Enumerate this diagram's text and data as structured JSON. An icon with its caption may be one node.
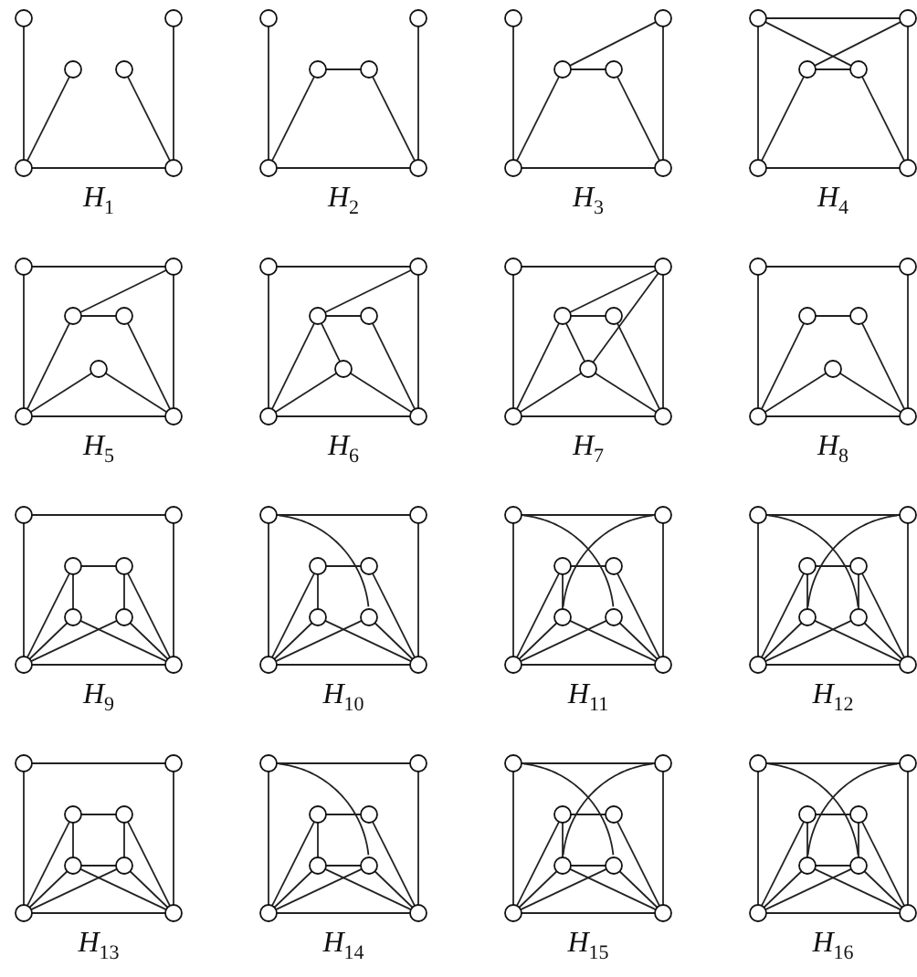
{
  "diagram": {
    "nodes": [
      {
        "text": [],
        "shape": "circle"
      },
      {
        "text": [],
        "shape": "circle"
      },
      {
        "text": [],
        "shape": "circle"
      },
      {
        "text": [],
        "shape": "circle"
      },
      {
        "text": [],
        "shape": "circle"
      },
      {
        "text": [],
        "shape": "circle"
      },
      {
        "text": [],
        "shape": "circle"
      },
      {
        "text": [],
        "shape": "circle"
      },
      {
        "text": [],
        "shape": "circle"
      },
      {
        "text": [],
        "shape": "circle"
      },
      {
        "text": [],
        "shape": "circle"
      },
      {
        "text": [],
        "shape": "circle"
      },
      {
        "text": [],
        "shape": "circle"
      },
      {
        "text": [],
        "shape": "circle"
      },
      {
        "text": [],
        "shape": "circle"
      },
      {
        "text": [],
        "shape": "circle"
      },
      {
        "text": [],
        "shape": "circle"
      },
      {
        "text": [],
        "shape": "circle"
      },
      {
        "text": [],
        "shape": "circle"
      },
      {
        "text": [],
        "shape": "circle"
      },
      {
        "text": [],
        "shape": "circle"
      },
      {
        "text": [],
        "shape": "circle"
      },
      {
        "text": [],
        "shape": "circle"
      },
      {
        "text": [],
        "shape": "circle"
      },
      {
        "text": [],
        "shape": "circle"
      },
      {
        "text": [],
        "shape": "circle"
      },
      {
        "text": [],
        "shape": "circle"
      },
      {
        "text": [],
        "shape": "circle"
      },
      {
        "text": [],
        "shape": "circle"
      },
      {
        "text": [],
        "shape": "circle"
      },
      {
        "text": [],
        "shape": "circle"
      },
      {
        "text": [],
        "shape": "circle"
      },
      {
        "text": [],
        "shape": "circle"
      },
      {
        "text": [],
        "shape": "circle"
      },
      {
        "text": [],
        "shape": "circle"
      },
      {
        "text": [],
        "shape": "circle"
      },
      {
        "text": [],
        "shape": "circle"
      },
      {
        "text": [],
        "shape": "circle"
      },
      {
        "text": [],
        "shape": "circle"
      },
      {
        "text": [],
        "shape": "circle"
      },
      {
        "text": [],
        "shape": "circle"
      },
      {
        "text": [],
        "shape": "circle"
      },
      {
        "text": [],
        "shape": "circle"
      },
      {
        "text": [],
        "shape": "circle"
      },
      {
        "text": [],
        "shape": "circle"
      },
      {
        "text": [],
        "shape": "circle"
      },
      {
        "text": [],
        "shape": "circle"
      },
      {
        "text": [],
        "shape": "circle"
      },
      {
        "text": [],
        "shape": "circle"
      },
      {
        "text": [],
        "shape": "circle"
      },
      {
        "text": [],
        "shape": "circle"
      },
      {
        "text": [],
        "shape": "circle"
      },
      {
        "text": [],
        "shape": "circle"
      },
      {
        "text": [],
        "shape": "circle"
      },
      {
        "text": [],
        "shape": "circle"
      },
      {
        "text": [],
        "shape": "circle"
      },
      {
        "text": [],
        "shape": "circle"
      },
      {
        "text": [],
        "shape": "circle"
      },
      {
        "text": [],
        "shape": "circle"
      },
      {
        "text": [],
        "shape": "circle"
      },
      {
        "text": [],
        "shape": "circle"
      },
      {
        "text": [],
        "shape": "circle"
      },
      {
        "text": [],
        "shape": "circle"
      },
      {
        "text": [],
        "shape": "circle"
      },
      {
        "text": [],
        "shape": "circle"
      },
      {
        "text": [],
        "shape": "circle"
      },
      {
        "text": [],
        "shape": "circle"
      },
      {
        "text": [],
        "shape": "circle"
      },
      {
        "text": [],
        "shape": "circle"
      },
      {
        "text": [],
        "shape": "circle"
      },
      {
        "text": [],
        "shape": "circle"
      },
      {
        "text": [],
        "shape": "circle"
      },
      {
        "text": [],
        "shape": "circle"
      },
      {
        "text": [],
        "shape": "circle"
      },
      {
        "text": [],
        "shape": "circle"
      },
      {
        "text": [],
        "shape": "circle"
      },
      {
        "text": [],
        "shape": "circle"
      },
      {
        "text": [],
        "shape": "circle"
      },
      {
        "text": [],
        "shape": "circle"
      },
      {
        "text": [],
        "shape": "circle"
      },
      {
        "text": [],
        "shape": "circle"
      },
      {
        "text": [],
        "shape": "circle"
      },
      {
        "text": [],
        "shape": "circle"
      },
      {
        "text": [],
        "shape": "circle"
      },
      {
        "text": [],
        "shape": "circle"
      },
      {
        "text": [],
        "shape": "circle"
      },
      {
        "text": [],
        "shape": "circle"
      },
      {
        "text": [],
        "shape": "circle"
      },
      {
        "text": [],
        "shape": "circle"
      },
      {
        "text": [],
        "shape": "circle"
      },
      {
        "text": [],
        "shape": "circle"
      },
      {
        "text": [],
        "shape": "circle"
      },
      {
        "text": [],
        "shape": "circle"
      },
      {
        "text": [],
        "shape": "circle"
      },
      {
        "text": [],
        "shape": "circle"
      },
      {
        "text": [],
        "shape": "circle"
      },
      {
        "text": [],
        "shape": "circle"
      },
      {
        "text": [],
        "shape": "circle"
      },
      {
        "text": [],
        "shape": "circle"
      },
      {
        "text": [],
        "shape": "circle"
      },
      {
        "text": [],
        "shape": "circle"
      },
      {
        "text": [],
        "shape": "circle"
      },
      {
        "text": [],
        "shape": "circle"
      },
      {
        "text": [],
        "shape": "circle"
      },
      {
        "text": [],
        "shape": "circle"
      },
      {
        "text": [],
        "shape": "circle"
      },
      {
        "text": [],
        "shape": "circle"
      },
      {
        "text": [],
        "shape": "circle"
      },
      {
        "text": [],
        "shape": "circle"
      },
      {
        "text": [],
        "shape": "circle"
      },
      {
        "text": [],
        "shape": "circle"
      },
      {
        "text": [],
        "shape": "circle"
      },
      {
        "text": [],
        "shape": "circle"
      },
      {
        "text": [],
        "shape": "circle"
      },
      {
        "text": [],
        "shape": "circle"
      },
      {
        "text": [],
        "shape": "circle"
      }
    ],
    "edges": [
      {
        "from": 0,
        "to": 4,
        "arrow": "none"
      },
      {
        "from": 1,
        "to": 5,
        "arrow": "none"
      },
      {
        "from": 4,
        "to": 5,
        "arrow": "none"
      },
      {
        "from": 2,
        "to": 4,
        "arrow": "none"
      },
      {
        "from": 3,
        "to": 5,
        "arrow": "none"
      },
      {
        "from": 6,
        "to": 10,
        "arrow": "none"
      },
      {
        "from": 7,
        "to": 11,
        "arrow": "none"
      },
      {
        "from": 10,
        "to": 11,
        "arrow": "none"
      },
      {
        "from": 8,
        "to": 10,
        "arrow": "none"
      },
      {
        "from": 9,
        "to": 11,
        "arrow": "none"
      },
      {
        "from": 8,
        "to": 9,
        "arrow": "none"
      },
      {
        "from": 12,
        "to": 16,
        "arrow": "none"
      },
      {
        "from": 13,
        "to": 17,
        "arrow": "none"
      },
      {
        "from": 16,
        "to": 17,
        "arrow": "none"
      },
      {
        "from": 14,
        "to": 16,
        "arrow": "none"
      },
      {
        "from": 15,
        "to": 17,
        "arrow": "none"
      },
      {
        "from": 14,
        "to": 15,
        "arrow": "none"
      },
      {
        "from": 14,
        "to": 13,
        "arrow": "none"
      },
      {
        "from": 18,
        "to": 19,
        "arrow": "none"
      },
      {
        "from": 18,
        "to": 22,
        "arrow": "none"
      },
      {
        "from": 19,
        "to": 23,
        "arrow": "none"
      },
      {
        "from": 22,
        "to": 23,
        "arrow": "none"
      },
      {
        "from": 18,
        "to": 21,
        "arrow": "none"
      },
      {
        "from": 19,
        "to": 20,
        "arrow": "none"
      },
      {
        "from": 20,
        "to": 21,
        "arrow": "none"
      },
      {
        "from": 20,
        "to": 22,
        "arrow": "none"
      },
      {
        "from": 21,
        "to": 23,
        "arrow": "none"
      },
      {
        "from": 24,
        "to": 25,
        "arrow": "none"
      },
      {
        "from": 24,
        "to": 29,
        "arrow": "none"
      },
      {
        "from": 25,
        "to": 30,
        "arrow": "none"
      },
      {
        "from": 29,
        "to": 30,
        "arrow": "none"
      },
      {
        "from": 26,
        "to": 27,
        "arrow": "none"
      },
      {
        "from": 26,
        "to": 25,
        "arrow": "none"
      },
      {
        "from": 26,
        "to": 29,
        "arrow": "none"
      },
      {
        "from": 27,
        "to": 30,
        "arrow": "none"
      },
      {
        "from": 28,
        "to": 29,
        "arrow": "none"
      },
      {
        "from": 28,
        "to": 30,
        "arrow": "none"
      },
      {
        "from": 31,
        "to": 32,
        "arrow": "none"
      },
      {
        "from": 31,
        "to": 36,
        "arrow": "none"
      },
      {
        "from": 32,
        "to": 37,
        "arrow": "none"
      },
      {
        "from": 36,
        "to": 37,
        "arrow": "none"
      },
      {
        "from": 33,
        "to": 34,
        "arrow": "none"
      },
      {
        "from": 33,
        "to": 32,
        "arrow": "none"
      },
      {
        "from": 33,
        "to": 36,
        "arrow": "none"
      },
      {
        "from": 34,
        "to": 37,
        "arrow": "none"
      },
      {
        "from": 35,
        "to": 36,
        "arrow": "none"
      },
      {
        "from": 35,
        "to": 37,
        "arrow": "none"
      },
      {
        "from": 33,
        "to": 35,
        "arrow": "none"
      },
      {
        "from": 38,
        "to": 39,
        "arrow": "none"
      },
      {
        "from": 38,
        "to": 43,
        "arrow": "none"
      },
      {
        "from": 39,
        "to": 44,
        "arrow": "none"
      },
      {
        "from": 43,
        "to": 44,
        "arrow": "none"
      },
      {
        "from": 40,
        "to": 41,
        "arrow": "none"
      },
      {
        "from": 40,
        "to": 39,
        "arrow": "none"
      },
      {
        "from": 40,
        "to": 43,
        "arrow": "none"
      },
      {
        "from": 41,
        "to": 44,
        "arrow": "none"
      },
      {
        "from": 42,
        "to": 43,
        "arrow": "none"
      },
      {
        "from": 42,
        "to": 44,
        "arrow": "none"
      },
      {
        "from": 40,
        "to": 42,
        "arrow": "none"
      },
      {
        "from": 39,
        "to": 42,
        "arrow": "none"
      },
      {
        "from": 45,
        "to": 46,
        "arrow": "none"
      },
      {
        "from": 45,
        "to": 50,
        "arrow": "none"
      },
      {
        "from": 46,
        "to": 51,
        "arrow": "none"
      },
      {
        "from": 50,
        "to": 51,
        "arrow": "none"
      },
      {
        "from": 47,
        "to": 48,
        "arrow": "none"
      },
      {
        "from": 47,
        "to": 50,
        "arrow": "none"
      },
      {
        "from": 48,
        "to": 51,
        "arrow": "none"
      },
      {
        "from": 49,
        "to": 50,
        "arrow": "none"
      },
      {
        "from": 49,
        "to": 51,
        "arrow": "none"
      },
      {
        "from": 52,
        "to": 53,
        "arrow": "none"
      },
      {
        "from": 52,
        "to": 58,
        "arrow": "none"
      },
      {
        "from": 53,
        "to": 59,
        "arrow": "none"
      },
      {
        "from": 58,
        "to": 59,
        "arrow": "none"
      },
      {
        "from": 54,
        "to": 55,
        "arrow": "none"
      },
      {
        "from": 54,
        "to": 56,
        "arrow": "none"
      },
      {
        "from": 55,
        "to": 57,
        "arrow": "none"
      },
      {
        "from": 54,
        "to": 58,
        "arrow": "none"
      },
      {
        "from": 55,
        "to": 59,
        "arrow": "none"
      },
      {
        "from": 56,
        "to": 58,
        "arrow": "none"
      },
      {
        "from": 56,
        "to": 59,
        "arrow": "none"
      },
      {
        "from": 57,
        "to": 58,
        "arrow": "none"
      },
      {
        "from": 57,
        "to": 59,
        "arrow": "none"
      },
      {
        "from": 60,
        "to": 61,
        "arrow": "none"
      },
      {
        "from": 60,
        "to": 66,
        "arrow": "none"
      },
      {
        "from": 61,
        "to": 67,
        "arrow": "none"
      },
      {
        "from": 66,
        "to": 67,
        "arrow": "none"
      },
      {
        "from": 62,
        "to": 63,
        "arrow": "none"
      },
      {
        "from": 62,
        "to": 64,
        "arrow": "none"
      },
      {
        "from": 62,
        "to": 66,
        "arrow": "none"
      },
      {
        "from": 63,
        "to": 67,
        "arrow": "none"
      },
      {
        "from": 64,
        "to": 66,
        "arrow": "none"
      },
      {
        "from": 64,
        "to": 67,
        "arrow": "none"
      },
      {
        "from": 65,
        "to": 66,
        "arrow": "none"
      },
      {
        "from": 65,
        "to": 67,
        "arrow": "none"
      },
      {
        "from": 60,
        "to": 65,
        "arrow": "none"
      },
      {
        "from": 68,
        "to": 69,
        "arrow": "none"
      },
      {
        "from": 68,
        "to": 74,
        "arrow": "none"
      },
      {
        "from": 69,
        "to": 75,
        "arrow": "none"
      },
      {
        "from": 74,
        "to": 75,
        "arrow": "none"
      },
      {
        "from": 70,
        "to": 71,
        "arrow": "none"
      },
      {
        "from": 70,
        "to": 72,
        "arrow": "none"
      },
      {
        "from": 70,
        "to": 74,
        "arrow": "none"
      },
      {
        "from": 71,
        "to": 75,
        "arrow": "none"
      },
      {
        "from": 72,
        "to": 74,
        "arrow": "none"
      },
      {
        "from": 72,
        "to": 75,
        "arrow": "none"
      },
      {
        "from": 73,
        "to": 74,
        "arrow": "none"
      },
      {
        "from": 73,
        "to": 75,
        "arrow": "none"
      },
      {
        "from": 68,
        "to": 73,
        "arrow": "none"
      },
      {
        "from": 69,
        "to": 72,
        "arrow": "none"
      },
      {
        "from": 76,
        "to": 77,
        "arrow": "none"
      },
      {
        "from": 76,
        "to": 82,
        "arrow": "none"
      },
      {
        "from": 77,
        "to": 83,
        "arrow": "none"
      },
      {
        "from": 82,
        "to": 83,
        "arrow": "none"
      },
      {
        "from": 78,
        "to": 79,
        "arrow": "none"
      },
      {
        "from": 78,
        "to": 80,
        "arrow": "none"
      },
      {
        "from": 79,
        "to": 81,
        "arrow": "none"
      },
      {
        "from": 78,
        "to": 82,
        "arrow": "none"
      },
      {
        "from": 79,
        "to": 83,
        "arrow": "none"
      },
      {
        "from": 80,
        "to": 82,
        "arrow": "none"
      },
      {
        "from": 80,
        "to": 83,
        "arrow": "none"
      },
      {
        "from": 81,
        "to": 82,
        "arrow": "none"
      },
      {
        "from": 81,
        "to": 83,
        "arrow": "none"
      },
      {
        "from": 76,
        "to": 81,
        "arrow": "none"
      },
      {
        "from": 77,
        "to": 80,
        "arrow": "none"
      },
      {
        "from": 84,
        "to": 85,
        "arrow": "none"
      },
      {
        "from": 84,
        "to": 90,
        "arrow": "none"
      },
      {
        "from": 85,
        "to": 91,
        "arrow": "none"
      },
      {
        "from": 90,
        "to": 91,
        "arrow": "none"
      },
      {
        "from": 86,
        "to": 87,
        "arrow": "none"
      },
      {
        "from": 86,
        "to": 88,
        "arrow": "none"
      },
      {
        "from": 87,
        "to": 89,
        "arrow": "none"
      },
      {
        "from": 86,
        "to": 90,
        "arrow": "none"
      },
      {
        "from": 87,
        "to": 91,
        "arrow": "none"
      },
      {
        "from": 88,
        "to": 90,
        "arrow": "none"
      },
      {
        "from": 88,
        "to": 91,
        "arrow": "none"
      },
      {
        "from": 89,
        "to": 90,
        "arrow": "none"
      },
      {
        "from": 89,
        "to": 91,
        "arrow": "none"
      },
      {
        "from": 88,
        "to": 89,
        "arrow": "none"
      },
      {
        "from": 92,
        "to": 93,
        "arrow": "none"
      },
      {
        "from": 92,
        "to": 98,
        "arrow": "none"
      },
      {
        "from": 93,
        "to": 99,
        "arrow": "none"
      },
      {
        "from": 98,
        "to": 99,
        "arrow": "none"
      },
      {
        "from": 94,
        "to": 95,
        "arrow": "none"
      },
      {
        "from": 94,
        "to": 96,
        "arrow": "none"
      },
      {
        "from": 94,
        "to": 98,
        "arrow": "none"
      },
      {
        "from": 95,
        "to": 99,
        "arrow": "none"
      },
      {
        "from": 96,
        "to": 98,
        "arrow": "none"
      },
      {
        "from": 96,
        "to": 99,
        "arrow": "none"
      },
      {
        "from": 97,
        "to": 98,
        "arrow": "none"
      },
      {
        "from": 97,
        "to": 99,
        "arrow": "none"
      },
      {
        "from": 92,
        "to": 97,
        "arrow": "none"
      },
      {
        "from": 96,
        "to": 97,
        "arrow": "none"
      },
      {
        "from": 100,
        "to": 101,
        "arrow": "none"
      },
      {
        "from": 100,
        "to": 106,
        "arrow": "none"
      },
      {
        "from": 101,
        "to": 107,
        "arrow": "none"
      },
      {
        "from": 106,
        "to": 107,
        "arrow": "none"
      },
      {
        "from": 102,
        "to": 103,
        "arrow": "none"
      },
      {
        "from": 102,
        "to": 104,
        "arrow": "none"
      },
      {
        "from": 102,
        "to": 106,
        "arrow": "none"
      },
      {
        "from": 103,
        "to": 107,
        "arrow": "none"
      },
      {
        "from": 104,
        "to": 106,
        "arrow": "none"
      },
      {
        "from": 104,
        "to": 107,
        "arrow": "none"
      },
      {
        "from": 105,
        "to": 106,
        "arrow": "none"
      },
      {
        "from": 105,
        "to": 107,
        "arrow": "none"
      },
      {
        "from": 100,
        "to": 105,
        "arrow": "none"
      },
      {
        "from": 101,
        "to": 104,
        "arrow": "none"
      },
      {
        "from": 104,
        "to": 105,
        "arrow": "none"
      },
      {
        "from": 108,
        "to": 109,
        "arrow": "none"
      },
      {
        "from": 108,
        "to": 114,
        "arrow": "none"
      },
      {
        "from": 109,
        "to": 115,
        "arrow": "none"
      },
      {
        "from": 114,
        "to": 115,
        "arrow": "none"
      },
      {
        "from": 110,
        "to": 111,
        "arrow": "none"
      },
      {
        "from": 110,
        "to": 112,
        "arrow": "none"
      },
      {
        "from": 111,
        "to": 113,
        "arrow": "none"
      },
      {
        "from": 110,
        "to": 114,
        "arrow": "none"
      },
      {
        "from": 111,
        "to": 115,
        "arrow": "none"
      },
      {
        "from": 112,
        "to": 114,
        "arrow": "none"
      },
      {
        "from": 112,
        "to": 115,
        "arrow": "none"
      },
      {
        "from": 113,
        "to": 114,
        "arrow": "none"
      },
      {
        "from": 113,
        "to": 115,
        "arrow": "none"
      },
      {
        "from": 108,
        "to": 113,
        "arrow": "none"
      },
      {
        "from": 109,
        "to": 112,
        "arrow": "none"
      },
      {
        "from": 112,
        "to": 113,
        "arrow": "none"
      }
    ],
    "labels": [
      "*H*$_{1}$",
      "*H*$_{2}$",
      "*H*$_{3}$",
      "*H*$_{4}$",
      "*H*$_{5}$",
      "*H*$_{6}$",
      "*H*$_{7}$",
      "*H*$_{8}$",
      "*H*$_{9}$",
      "*H*$_{10}$",
      "*H*$_{11}$",
      "*H*$_{12}$",
      "*H*$_{13}$",
      "*H*$_{14}$",
      "*H*$_{15}$",
      "*H*$_{16}$"
    ]
  }
}
